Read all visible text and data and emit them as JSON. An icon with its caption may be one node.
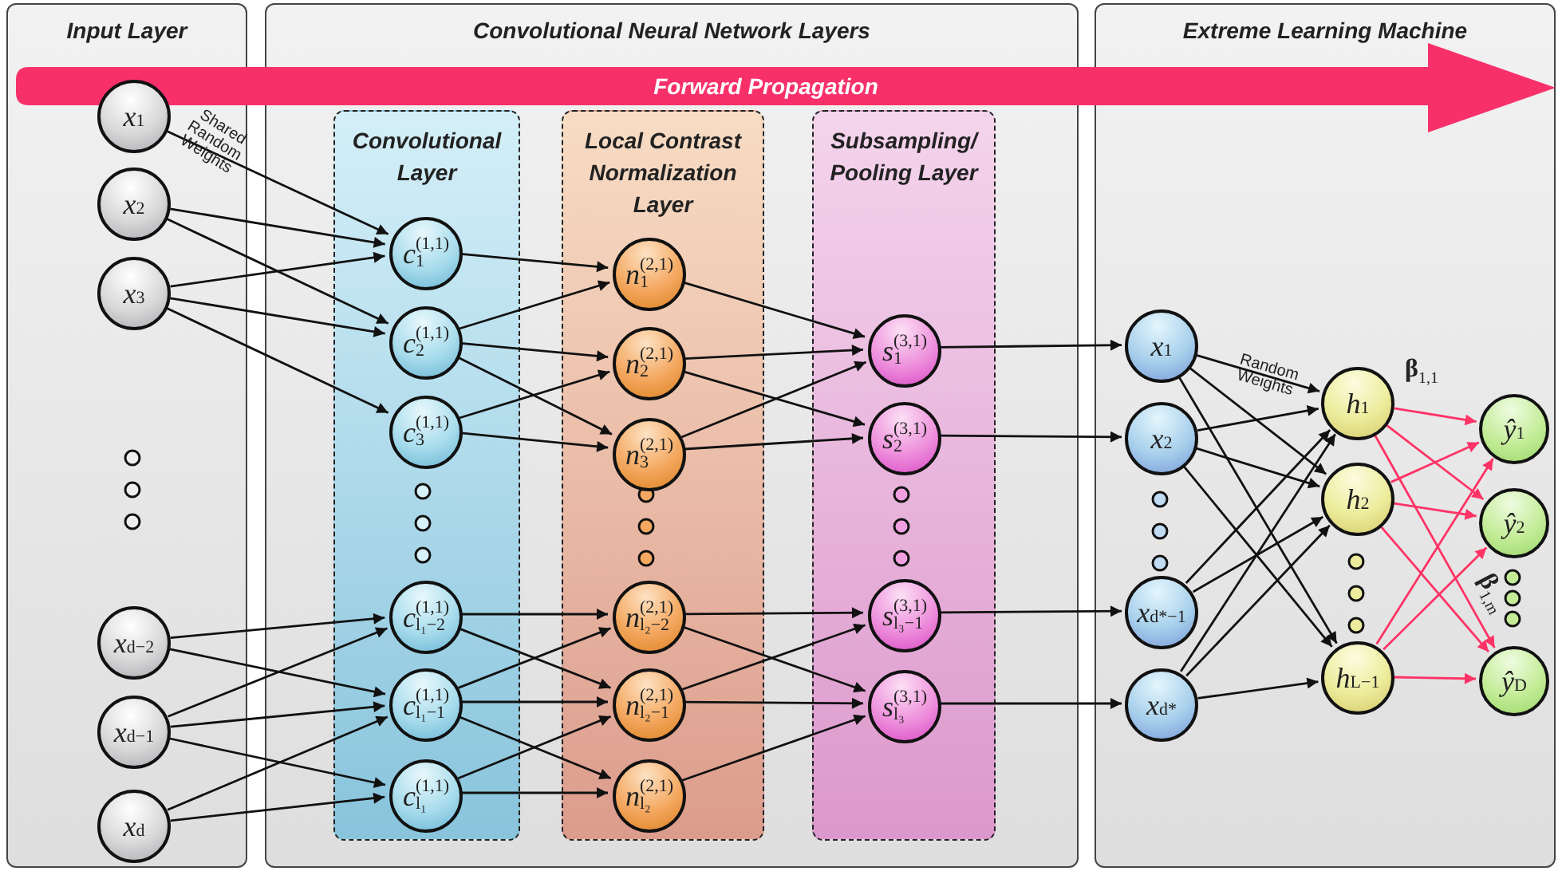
{
  "diagram": {
    "nodes": [
      {
        "text": [
          "Input Layer"
        ]
      },
      {
        "text": [
          "Convolutional Neural Network Layers"
        ]
      },
      {
        "text": [
          "Extreme Learning Machine"
        ]
      },
      {
        "text": [
          "Convolutional Layer"
        ],
        "in": 1
      },
      {
        "text": [
          "Local Contrast Normalization Layer"
        ],
        "in": 1
      },
      {
        "text": [
          "Subsampling/ Pooling Layer"
        ],
        "in": 1
      },
      {
        "text": [
          "*x*$_{1}$"
        ],
        "in": 0
      },
      {
        "text": [
          "*x*$_{2}$"
        ],
        "in": 0
      },
      {
        "text": [
          "*x*$_{3}$"
        ],
        "in": 0
      },
      {
        "text": [
          "*x*$_{d−2}$"
        ],
        "in": 0
      },
      {
        "text": [
          "*x*$_{d−1}$"
        ],
        "in": 0
      },
      {
        "text": [
          "*x*$_{d}$"
        ],
        "in": 0
      },
      {
        "text": [
          "*c*$^{(1,1)}$$_{1}$"
        ],
        "in": 3
      },
      {
        "text": [
          "*c*$^{(1,1)}$$_{2}$"
        ],
        "in": 3
      },
      {
        "text": [
          "*c*$^{(1,1)}$$_{3}$"
        ],
        "in": 3
      },
      {
        "text": [
          "*c*$^{(1,1)}$$_{l₁−2}$"
        ],
        "in": 3
      },
      {
        "text": [
          "*c*$^{(1,1)}$$_{l₁−1}$"
        ],
        "in": 3
      },
      {
        "text": [
          "*c*$^{(1,1)}$$_{l₁}$"
        ],
        "in": 3
      },
      {
        "text": [
          "*n*$^{(2,1)}$$_{1}$"
        ],
        "in": 4
      },
      {
        "text": [
          "*n*$^{(2,1)}$$_{2}$"
        ],
        "in": 4
      },
      {
        "text": [
          "*n*$^{(2,1)}$$_{3}$"
        ],
        "in": 4
      },
      {
        "text": [
          "*n*$^{(2,1)}$$_{l₂−2}$"
        ],
        "in": 4
      },
      {
        "text": [
          "*n*$^{(2,1)}$$_{l₂−1}$"
        ],
        "in": 4
      },
      {
        "text": [
          "*n*$^{(2,1)}$$_{l₂}$"
        ],
        "in": 4
      },
      {
        "text": [
          "*s*$^{(3,1)}$$_{1}$"
        ],
        "in": 5
      },
      {
        "text": [
          "*s*$^{(3,1)}$$_{2}$"
        ],
        "in": 5
      },
      {
        "text": [
          "*s*$^{(3,1)}$$_{l₃−1}$"
        ],
        "in": 5
      },
      {
        "text": [
          "*s*$^{(3,1)}$$_{l₃}$"
        ],
        "in": 5
      },
      {
        "text": [
          "*x*$_{1}$"
        ],
        "in": 2
      },
      {
        "text": [
          "*x*$_{2}$"
        ],
        "in": 2
      },
      {
        "text": [
          "*x*$_{d*−1}$"
        ],
        "in": 2
      },
      {
        "text": [
          "*x*$_{d*}$"
        ],
        "in": 2
      },
      {
        "text": [
          "*h*$_{1}$"
        ],
        "in": 2
      },
      {
        "text": [
          "*h*$_{2}$"
        ],
        "in": 2
      },
      {
        "text": [
          "*h*$_{L−1}$"
        ],
        "in": 2
      },
      {
        "text": [
          "*ŷ*$_{1}$"
        ],
        "in": 2
      },
      {
        "text": [
          "*ŷ*$_{2}$"
        ],
        "in": 2
      },
      {
        "text": [
          "*ŷ*$_{D}$"
        ],
        "in": 2
      }
    ],
    "edges": [
      {
        "from": 6,
        "to": 12,
        "arrow": "to",
        "label": "Shared Random Weights"
      },
      {
        "from": 7,
        "to": 12,
        "arrow": "to"
      },
      {
        "from": 7,
        "to": 13,
        "arrow": "to"
      },
      {
        "from": 8,
        "to": 12,
        "arrow": "to"
      },
      {
        "from": 8,
        "to": 13,
        "arrow": "to"
      },
      {
        "from": 8,
        "to": 14,
        "arrow": "to"
      },
      {
        "from": 9,
        "to": 15,
        "arrow": "to"
      },
      {
        "from": 9,
        "to": 16,
        "arrow": "to"
      },
      {
        "from": 10,
        "to": 15,
        "arrow": "to"
      },
      {
        "from": 10,
        "to": 16,
        "arrow": "to"
      },
      {
        "from": 10,
        "to": 17,
        "arrow": "to"
      },
      {
        "from": 11,
        "to": 16,
        "arrow": "to"
      },
      {
        "from": 11,
        "to": 17,
        "arrow": "to"
      },
      {
        "from": 12,
        "to": 18,
        "arrow": "to"
      },
      {
        "from": 13,
        "to": 18,
        "arrow": "to"
      },
      {
        "from": 13,
        "to": 19,
        "arrow": "to"
      },
      {
        "from": 13,
        "to": 20,
        "arrow": "to"
      },
      {
        "from": 14,
        "to": 19,
        "arrow": "to"
      },
      {
        "from": 14,
        "to": 20,
        "arrow": "to"
      },
      {
        "from": 15,
        "to": 21,
        "arrow": "to"
      },
      {
        "from": 15,
        "to": 22,
        "arrow": "to"
      },
      {
        "from": 16,
        "to": 21,
        "arrow": "to"
      },
      {
        "from": 16,
        "to": 22,
        "arrow": "to"
      },
      {
        "from": 16,
        "to": 23,
        "arrow": "to"
      },
      {
        "from": 17,
        "to": 22,
        "arrow": "to"
      },
      {
        "from": 17,
        "to": 23,
        "arrow": "to"
      },
      {
        "from": 18,
        "to": 24,
        "arrow": "to"
      },
      {
        "from": 19,
        "to": 24,
        "arrow": "to"
      },
      {
        "from": 19,
        "to": 25,
        "arrow": "to"
      },
      {
        "from": 20,
        "to": 24,
        "arrow": "to"
      },
      {
        "from": 20,
        "to": 25,
        "arrow": "to"
      },
      {
        "from": 21,
        "to": 26,
        "arrow": "to"
      },
      {
        "from": 21,
        "to": 27,
        "arrow": "to"
      },
      {
        "from": 22,
        "to": 26,
        "arrow": "to"
      },
      {
        "from": 22,
        "to": 27,
        "arrow": "to"
      },
      {
        "from": 23,
        "to": 27,
        "arrow": "to"
      },
      {
        "from": 24,
        "to": 28,
        "arrow": "to"
      },
      {
        "from": 25,
        "to": 29,
        "arrow": "to"
      },
      {
        "from": 26,
        "to": 30,
        "arrow": "to"
      },
      {
        "from": 27,
        "to": 31,
        "arrow": "to"
      },
      {
        "from": 28,
        "to": 32,
        "arrow": "to",
        "label": "Random Weights"
      },
      {
        "from": 28,
        "to": 33,
        "arrow": "to"
      },
      {
        "from": 28,
        "to": 34,
        "arrow": "to"
      },
      {
        "from": 29,
        "to": 32,
        "arrow": "to"
      },
      {
        "from": 29,
        "to": 33,
        "arrow": "to"
      },
      {
        "from": 29,
        "to": 34,
        "arrow": "to"
      },
      {
        "from": 30,
        "to": 32,
        "arrow": "to"
      },
      {
        "from": 30,
        "to": 33,
        "arrow": "to"
      },
      {
        "from": 31,
        "to": 32,
        "arrow": "to"
      },
      {
        "from": 31,
        "to": 33,
        "arrow": "to"
      },
      {
        "from": 31,
        "to": 34,
        "arrow": "to"
      },
      {
        "from": 32,
        "to": 35,
        "arrow": "to",
        "label": "**β**$_{1,1}$",
        "color": "#ff3366"
      },
      {
        "from": 32,
        "to": 36,
        "arrow": "to",
        "color": "#ff3366"
      },
      {
        "from": 32,
        "to": 37,
        "arrow": "to",
        "label": "**β**$_{1,m}$",
        "color": "#ff3366"
      },
      {
        "from": 33,
        "to": 35,
        "arrow": "to",
        "color": "#ff3366"
      },
      {
        "from": 33,
        "to": 36,
        "arrow": "to",
        "color": "#ff3366"
      },
      {
        "from": 33,
        "to": 37,
        "arrow": "to",
        "color": "#ff3366"
      },
      {
        "from": 34,
        "to": 35,
        "arrow": "to",
        "color": "#ff3366"
      },
      {
        "from": 34,
        "to": 36,
        "arrow": "to",
        "color": "#ff3366"
      },
      {
        "from": 34,
        "to": 37,
        "arrow": "to",
        "color": "#ff3366"
      }
    ],
    "labels": [
      "Forward Propagation"
    ]
  }
}
